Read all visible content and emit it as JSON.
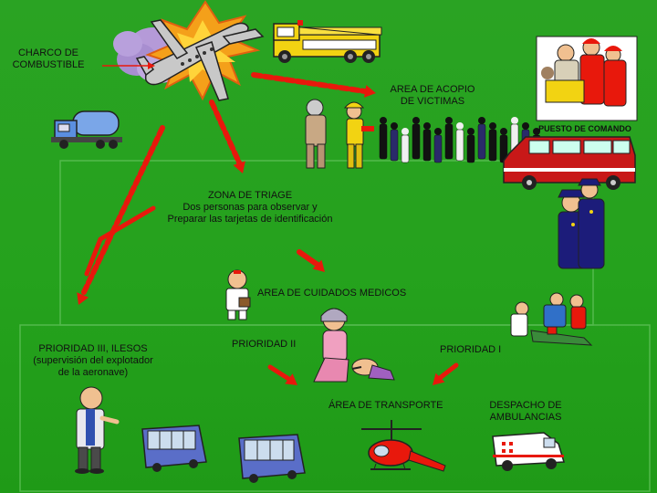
{
  "labels": {
    "fuel_spill": [
      "CHARCO DE",
      "COMBUSTIBLE"
    ],
    "victim_collection": [
      "AREA DE ACOPIO",
      "DE VICTIMAS"
    ],
    "command_post": "PUESTO DE COMANDO",
    "triage": [
      "ZONA DE TRIAGE",
      "Dos personas para observar y",
      "Preparar las tarjetas de identificación"
    ],
    "medical_care": "AREA DE CUIDADOS MEDICOS",
    "priority_3": [
      "PRIORIDAD III, ILESOS",
      "(supervisión del explotador",
      "de la aeronave)"
    ],
    "priority_2": "PRIORIDAD II",
    "priority_1": "PRIORIDAD I",
    "transport": "ÁREA DE TRANSPORTE",
    "ambulance_dispatch": [
      "DESPACHO DE",
      "AMBULANCIAS"
    ]
  },
  "colors": {
    "background": "#25a21d",
    "arrow": "#e8180c",
    "text": "#111111"
  },
  "icons": [
    "crashed-plane-icon",
    "fire-truck-icon",
    "tanker-truck-icon",
    "firefighter-icon",
    "crowd-icon",
    "command-post-team-icon",
    "van-icon",
    "police-officer-icon",
    "doctor-icon",
    "paramedics-icon",
    "nurse-cpr-icon",
    "businessman-icon",
    "bus-icon",
    "helicopter-icon",
    "ambulance-icon"
  ]
}
